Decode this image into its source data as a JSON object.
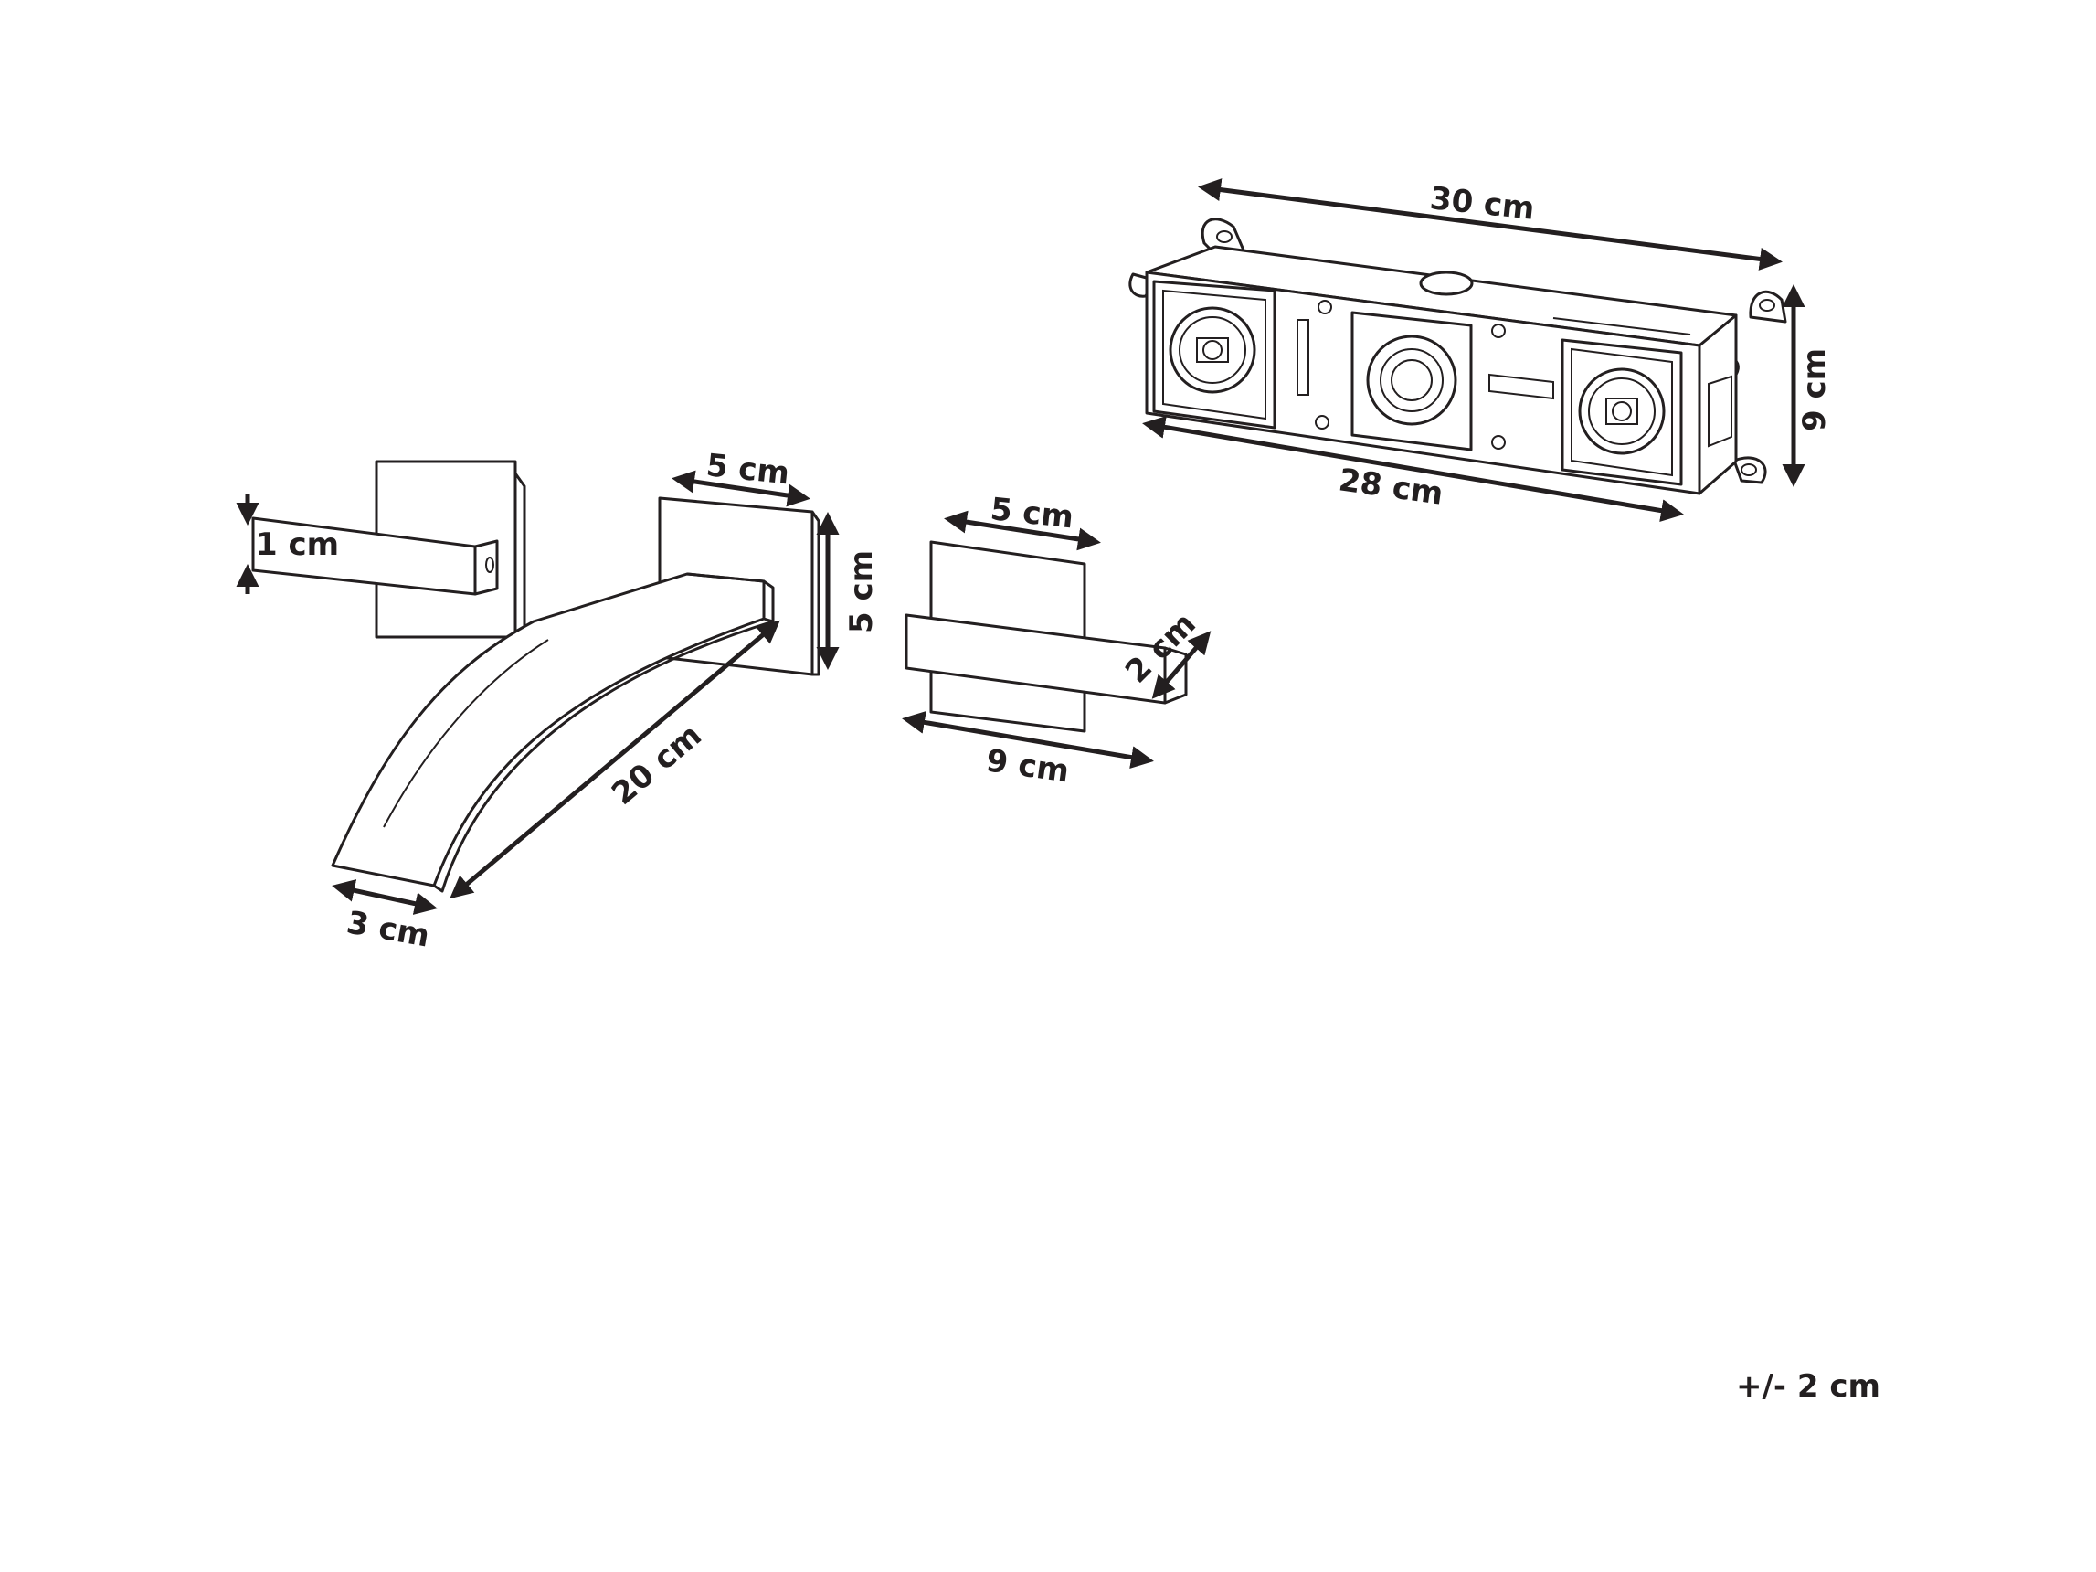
{
  "dimensions": {
    "handle_height": "1 cm",
    "spout_plate_width": "5 cm",
    "spout_plate_height": "5 cm",
    "spout_length": "20 cm",
    "spout_tip_width": "3 cm",
    "diverter_plate_width": "5 cm",
    "diverter_handle_height": "2 cm",
    "diverter_length": "9 cm",
    "box_top_width": "30 cm",
    "box_front_width": "28 cm",
    "box_height": "9 cm"
  },
  "tolerance": "+/- 2 cm",
  "colors": {
    "line": "#231f20",
    "background": "#ffffff"
  }
}
